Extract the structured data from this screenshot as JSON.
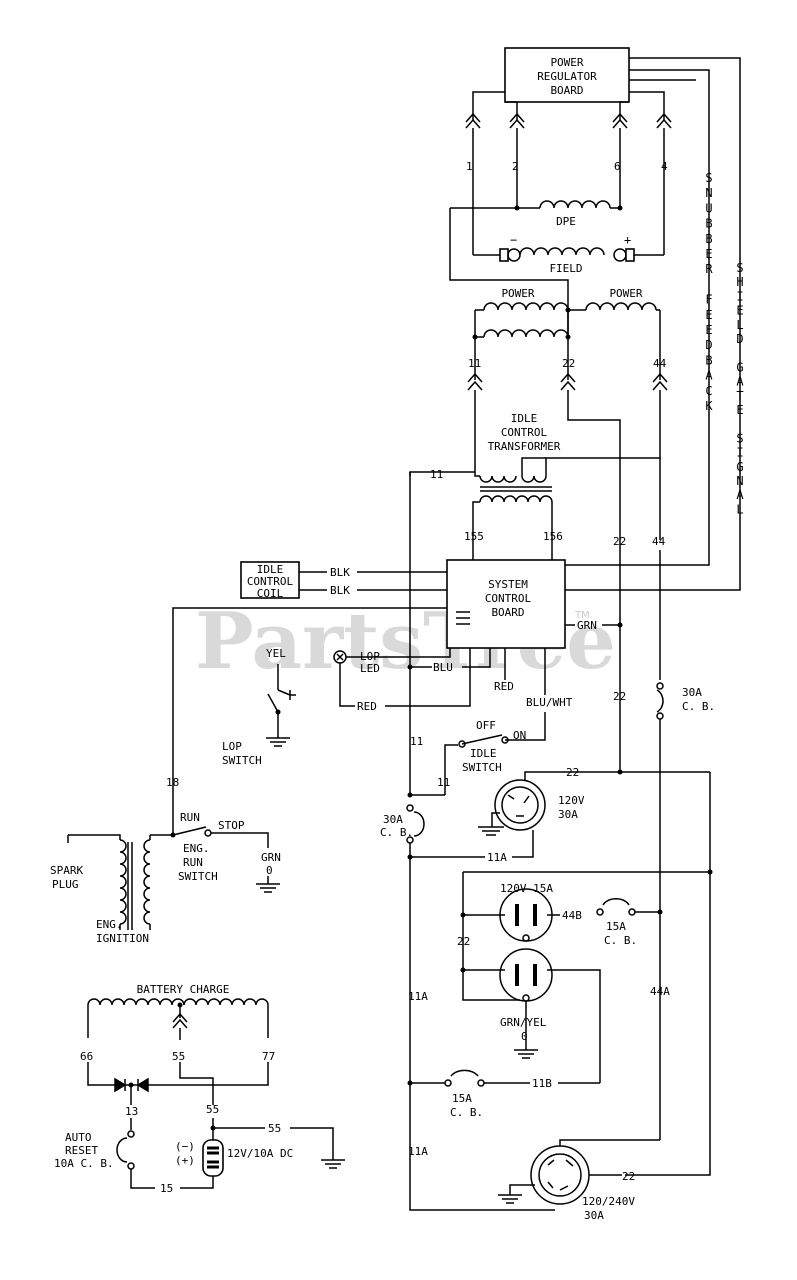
{
  "watermark": {
    "text": "PartsTree",
    "trademark": "TM"
  },
  "components": {
    "power_regulator_board": [
      "POWER",
      "REGULATOR",
      "BOARD"
    ],
    "dpe": "DPE",
    "field": "FIELD",
    "field_minus": "−",
    "field_plus": "+",
    "power_left": "POWER",
    "power_right": "POWER",
    "idle_control_transformer": [
      "IDLE",
      "CONTROL",
      "TRANSFORMER"
    ],
    "system_control_board": [
      "SYSTEM",
      "CONTROL",
      "BOARD"
    ],
    "idle_control_coil": [
      "IDLE",
      "CONTROL",
      "COIL"
    ],
    "lop_led": [
      "LOP",
      "LED"
    ],
    "lop_switch": [
      "LOP",
      "SWITCH"
    ],
    "idle_switch": [
      "IDLE",
      "SWITCH"
    ],
    "eng_run_switch": [
      "ENG.",
      "RUN",
      "SWITCH"
    ],
    "eng_ignition": [
      "ENG.",
      "IGNITION"
    ],
    "spark_plug": [
      "SPARK",
      "PLUG"
    ],
    "battery_charge": "BATTERY CHARGE",
    "auto_reset_cb": [
      "AUTO",
      "RESET",
      "10A C. B."
    ],
    "battery_label": "12V/10A DC",
    "battery_minus": "(−)",
    "battery_plus": "(+)",
    "receptacle_120v_30a": [
      "120V",
      "30A"
    ],
    "receptacle_120v_15a": "120V  15A",
    "grn_yel": "GRN/YEL",
    "receptacle_120_240v": [
      "120/240V",
      "30A"
    ],
    "cb_30a_right": [
      "30A",
      "C. B."
    ],
    "cb_30a_left": [
      "30A",
      "C. B."
    ],
    "cb_15a_right": [
      "15A",
      "C. B."
    ],
    "cb_15a_lower": [
      "15A",
      "C. B."
    ]
  },
  "side_labels": {
    "snubber_feedback": "SNUBBER FEEDBACK",
    "shield_gate_signal": "SHIELD GATE SIGNAL"
  },
  "wire_labels": {
    "w1": "1",
    "w2": "2",
    "w6": "6",
    "w4": "4",
    "w11_top": "11",
    "w22_top": "22",
    "w44_top": "44",
    "w11_trans": "11",
    "w155": "155",
    "w156": "156",
    "w22_mid": "22",
    "w44_mid": "44",
    "blk1": "BLK",
    "blk2": "BLK",
    "grn": "GRN",
    "yel": "YEL",
    "blu": "BLU",
    "red1": "RED",
    "red2": "RED",
    "blu_wht": "BLU/WHT",
    "w11_a": "11",
    "w11_b": "11",
    "off": "OFF",
    "on": "ON",
    "w22_recept": "22",
    "w22_lower": "22",
    "w22_mid2": "22",
    "w18": "18",
    "run": "RUN",
    "stop": "STOP",
    "grn_eng": "GRN",
    "zero_eng": "0",
    "w11A_1": "11A",
    "w11A_2": "11A",
    "w11A_3": "11A",
    "w44B": "44B",
    "w44A": "44A",
    "w11B": "11B",
    "zero_recept": "0",
    "w66": "66",
    "w55_a": "55",
    "w77": "77",
    "w13": "13",
    "w55_b": "55",
    "w55_c": "55",
    "w15": "15",
    "w22_bottom": "22"
  }
}
